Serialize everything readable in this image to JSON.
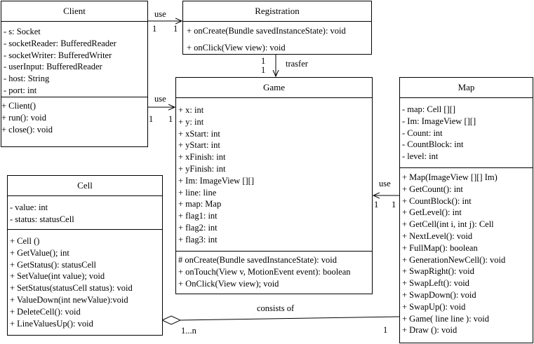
{
  "classes": {
    "client": {
      "name": "Client",
      "attributes": [
        "- s: Socket",
        "- socketReader: BufferedReader",
        "- socketWriter: BufferedWriter",
        "- userInput: BufferedReader",
        "- host: String",
        "- port: int"
      ],
      "methods": [
        "+ Client()",
        "+ run(): void",
        "+ close(): void"
      ]
    },
    "registration": {
      "name": "Registration",
      "methods": [
        "+ onCreate(Bundle savedInstanceState): void",
        "+ onClick(View view): void"
      ]
    },
    "game": {
      "name": "Game",
      "attributes": [
        "+ x: int",
        "+ y: int",
        "+ xStart: int",
        "+ yStart: int",
        "+ xFinish: int",
        "+ yFinish: int",
        "+ Im: ImageView [][]",
        "+ line: line",
        "+ map: Map",
        "+ flag1: int",
        "+ flag2: int",
        "+ flag3: int"
      ],
      "methods": [
        "# onCreate(Bundle savedInstanceState): void",
        "+ onTouch(View v, MotionEvent event): boolean",
        "+ OnClick(View view); void"
      ]
    },
    "map": {
      "name": "Map",
      "attributes": [
        "- map: Cell [][]",
        "- Im: ImageView [][]",
        "- Count: int",
        "- CountBlock: int",
        "- level: int"
      ],
      "methods": [
        "+ Map(ImageView [][] Im)",
        "+ GetCount(): int",
        "+ CountBlock(): int",
        "+ GetLevel(): int",
        "+ GetCell(int i, int j): Cell",
        "+ NextLevel(): void",
        "+ FullMap(): boolean",
        "+ GenerationNewCell(): void",
        "+ SwapRight(): void",
        "+ SwapLeft(): void",
        "+ SwapDown(): void",
        "+ SwapUp(): void",
        "+ Game( line line ): void",
        "+ Draw (): void"
      ]
    },
    "cell": {
      "name": "Cell",
      "attributes": [
        "- value: int",
        "- status: statusCell"
      ],
      "methods": [
        "+ Cell ()",
        "+ GetValue(); int",
        "+ GetStatus(): statusCell",
        "+ SetValue(int value); void",
        "+ SetStatus(statusCell status): void",
        "+ ValueDown(int newValue):void",
        "+ DeleteCell(): void",
        "+ LineValuesUp(): void"
      ]
    }
  },
  "relations": {
    "client_registration": {
      "label": "use",
      "from_mult": "1",
      "to_mult": "1"
    },
    "client_game": {
      "label": "use",
      "from_mult": "1",
      "to_mult": "1"
    },
    "registration_game": {
      "label": "trasfer",
      "from_mult": "1",
      "to_mult": "1"
    },
    "map_game": {
      "label": "use",
      "from_mult": "1",
      "to_mult": "1"
    },
    "cell_map": {
      "label": "consists of",
      "cell_mult": "1...n",
      "map_mult": "1"
    }
  }
}
